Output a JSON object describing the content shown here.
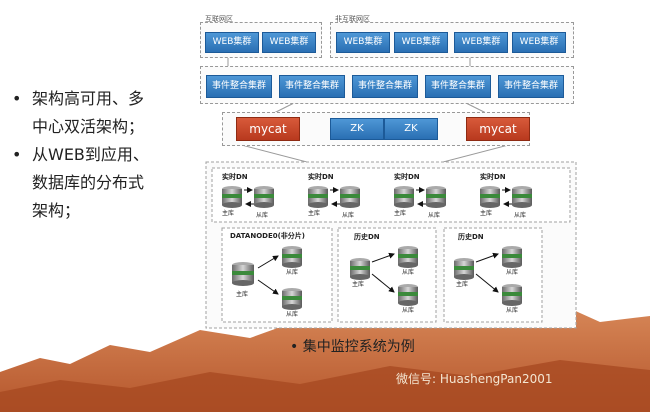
{
  "bullets": [
    {
      "line1": "架构高可用、多",
      "line2": "中心双活架构；"
    },
    {
      "line1": "从WEB到应用、",
      "line2": "数据库的分布式",
      "line3": "架构；"
    }
  ],
  "zones": {
    "internet": {
      "label": "互联网区",
      "buttons": [
        "WEB集群",
        "WEB集群"
      ]
    },
    "non_internet": {
      "label": "非互联网区",
      "buttons": [
        "WEB集群",
        "WEB集群",
        "WEB集群",
        "WEB集群"
      ]
    }
  },
  "event_clusters": [
    "事件整合集群",
    "事件整合集群",
    "事件整合集群",
    "事件整合集群",
    "事件整合集群"
  ],
  "middleware": {
    "mycat_left": "mycat",
    "zk1": "ZK",
    "zk2": "ZK",
    "mycat_right": "mycat"
  },
  "realtime": {
    "label": "实时DN",
    "master": "主库",
    "slave": "从库"
  },
  "datanode0": {
    "label": "DATANODE0(非分片)",
    "master": "主库",
    "slave1": "从库",
    "slave2": "从库"
  },
  "history": {
    "label": "历史DN",
    "master": "主库",
    "slave1": "从库",
    "slave2": "从库"
  },
  "caption": "• 集中监控系统为例",
  "watermark": "微信号: HuashengPan2001",
  "colors": {
    "blue": "#2a6fb3",
    "red": "#c0462a",
    "mountain": "#c86a3e"
  }
}
